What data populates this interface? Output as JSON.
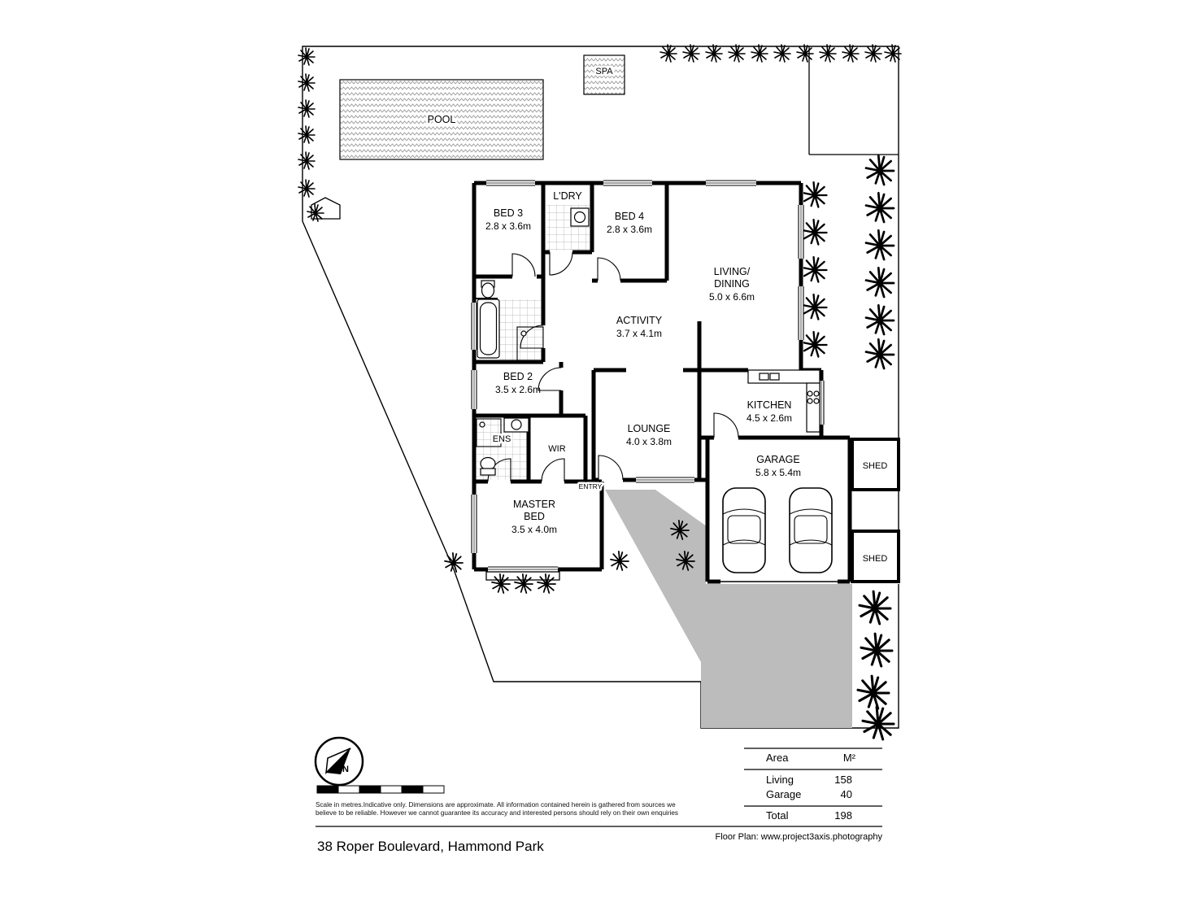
{
  "title": {
    "address": "38 Roper Boulevard, Hammond Park",
    "credit": "Floor Plan: www.project3axis.photography"
  },
  "outdoor": {
    "pool_label": "POOL",
    "spa_label": "SPA"
  },
  "rooms": {
    "bed3": {
      "name": "BED 3",
      "dims": "2.8 x 3.6m"
    },
    "ldry": {
      "name": "L'DRY"
    },
    "bed4": {
      "name": "BED 4",
      "dims": "2.8 x 3.6m"
    },
    "living": {
      "name1": "LIVING/",
      "name2": "DINING",
      "dims": "5.0 x 6.6m"
    },
    "activity": {
      "name": "ACTIVITY",
      "dims": "3.7 x 4.1m"
    },
    "bed2": {
      "name": "BED 2",
      "dims": "3.5 x 2.6m"
    },
    "kitchen": {
      "name": "KITCHEN",
      "dims": "4.5 x 2.6m"
    },
    "lounge": {
      "name": "LOUNGE",
      "dims": "4.0 x 3.8m"
    },
    "ens": {
      "name": "ENS"
    },
    "wir": {
      "name": "WIR"
    },
    "entry": {
      "name": "ENTRY"
    },
    "master": {
      "name1": "MASTER",
      "name2": "BED",
      "dims": "3.5 x 4.0m"
    },
    "garage": {
      "name": "GARAGE",
      "dims": "5.8 x 5.4m"
    },
    "shed1": {
      "name": "SHED"
    },
    "shed2": {
      "name": "SHED"
    }
  },
  "area_table": {
    "header_label": "Area",
    "header_unit": "M²",
    "rows": [
      {
        "label": "Living",
        "value": "158"
      },
      {
        "label": "Garage",
        "value": "40"
      }
    ],
    "total_label": "Total",
    "total_value": "198"
  },
  "disclaimer": {
    "line1": "Scale in metres.Indicative only. Dimensions are approximate. All information contained herein is gathered from sources we",
    "line2": "believe to be reliable. However we cannot guarantee its accuracy and interested persons should rely on their own enquiries"
  },
  "compass": {
    "letter": "N"
  },
  "colors": {
    "wall": "#000000",
    "driveway": "#bcbcbc",
    "background": "#ffffff"
  }
}
